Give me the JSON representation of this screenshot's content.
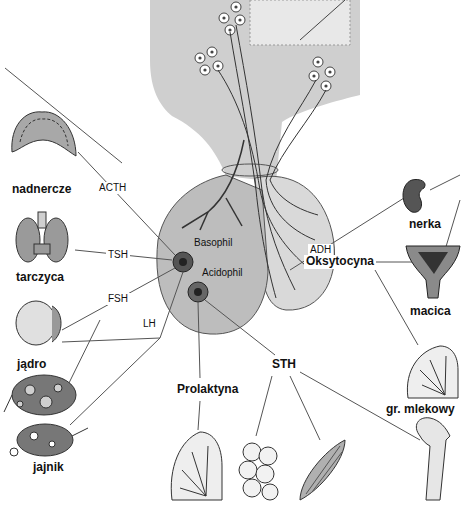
{
  "diagram": {
    "labels": [
      "ACTH",
      "nadnercze",
      "nerka",
      "ADH",
      "Basophil",
      "TSH",
      "Oksytocyna",
      "tarczyca",
      "Acidophil",
      "FSH",
      "macica",
      "LH",
      "jądro",
      "STH",
      "Prolaktyna",
      "gr. mlekowy",
      "jajnik"
    ]
  }
}
